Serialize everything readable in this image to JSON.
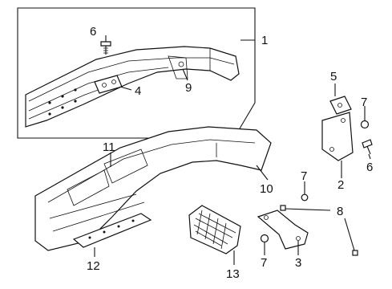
{
  "diagram": {
    "callouts": [
      {
        "id": "c1",
        "text": "1"
      },
      {
        "id": "c2",
        "text": "2"
      },
      {
        "id": "c3",
        "text": "3"
      },
      {
        "id": "c4",
        "text": "4"
      },
      {
        "id": "c5",
        "text": "5"
      },
      {
        "id": "c6a",
        "text": "6"
      },
      {
        "id": "c6b",
        "text": "6"
      },
      {
        "id": "c7a",
        "text": "7"
      },
      {
        "id": "c7b",
        "text": "7"
      },
      {
        "id": "c7c",
        "text": "7"
      },
      {
        "id": "c8",
        "text": "8"
      },
      {
        "id": "c9",
        "text": "9"
      },
      {
        "id": "c10",
        "text": "10"
      },
      {
        "id": "c11",
        "text": "11"
      },
      {
        "id": "c12",
        "text": "12"
      },
      {
        "id": "c13",
        "text": "13"
      }
    ]
  }
}
